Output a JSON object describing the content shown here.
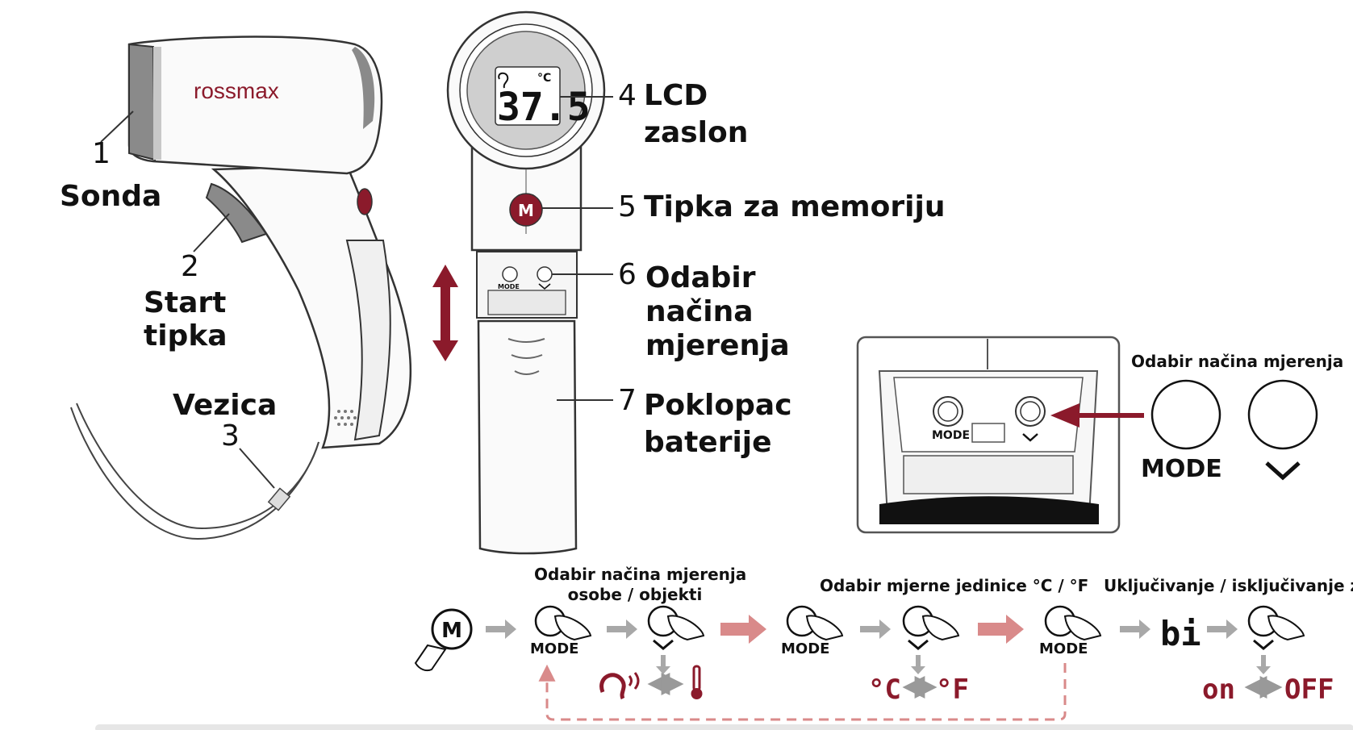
{
  "brand": {
    "logo": "rossmax"
  },
  "display": {
    "reading": "37.5",
    "unit": "°C"
  },
  "button_m": "M",
  "callouts": {
    "sonda": {
      "number": "1",
      "label": "Sonda"
    },
    "start": {
      "number": "2",
      "line1": "Start",
      "line2": "tipka"
    },
    "vezica": {
      "number": "3",
      "label": "Vezica"
    },
    "lcd": {
      "number": "4",
      "line1": "LCD",
      "line2": "zaslon"
    },
    "memory": {
      "number": "5",
      "label": "Tipka za memoriju"
    },
    "mode": {
      "number": "6",
      "line1": "Odabir",
      "line2": "načina",
      "line3": "mjerenja"
    },
    "cover": {
      "number": "7",
      "line1": "Poklopac",
      "line2": "baterije"
    }
  },
  "inset": {
    "title": "Odabir načina mjerenja",
    "mode_small": "MODE",
    "mode_label": "MODE"
  },
  "flow": {
    "step1_title_line1": "Odabir načina mjerenja",
    "step1_title_line2": "osobe / objekti",
    "step2_title": "Odabir mjerne jedinice °C / °F",
    "step3_title": "Uključivanje / isključivanje zvuka",
    "mode_label": "MODE",
    "unit_c": "°C",
    "unit_f": "°F",
    "beep": "bi",
    "on": "on",
    "off": "OFF"
  },
  "colors": {
    "accent": "#8b1a2b",
    "pink_arrow": "#d98a8a",
    "grey_arrow": "#a8a8a8",
    "lcd_bg": "#cfcfcf",
    "body_grey": "#8a8a8a"
  }
}
